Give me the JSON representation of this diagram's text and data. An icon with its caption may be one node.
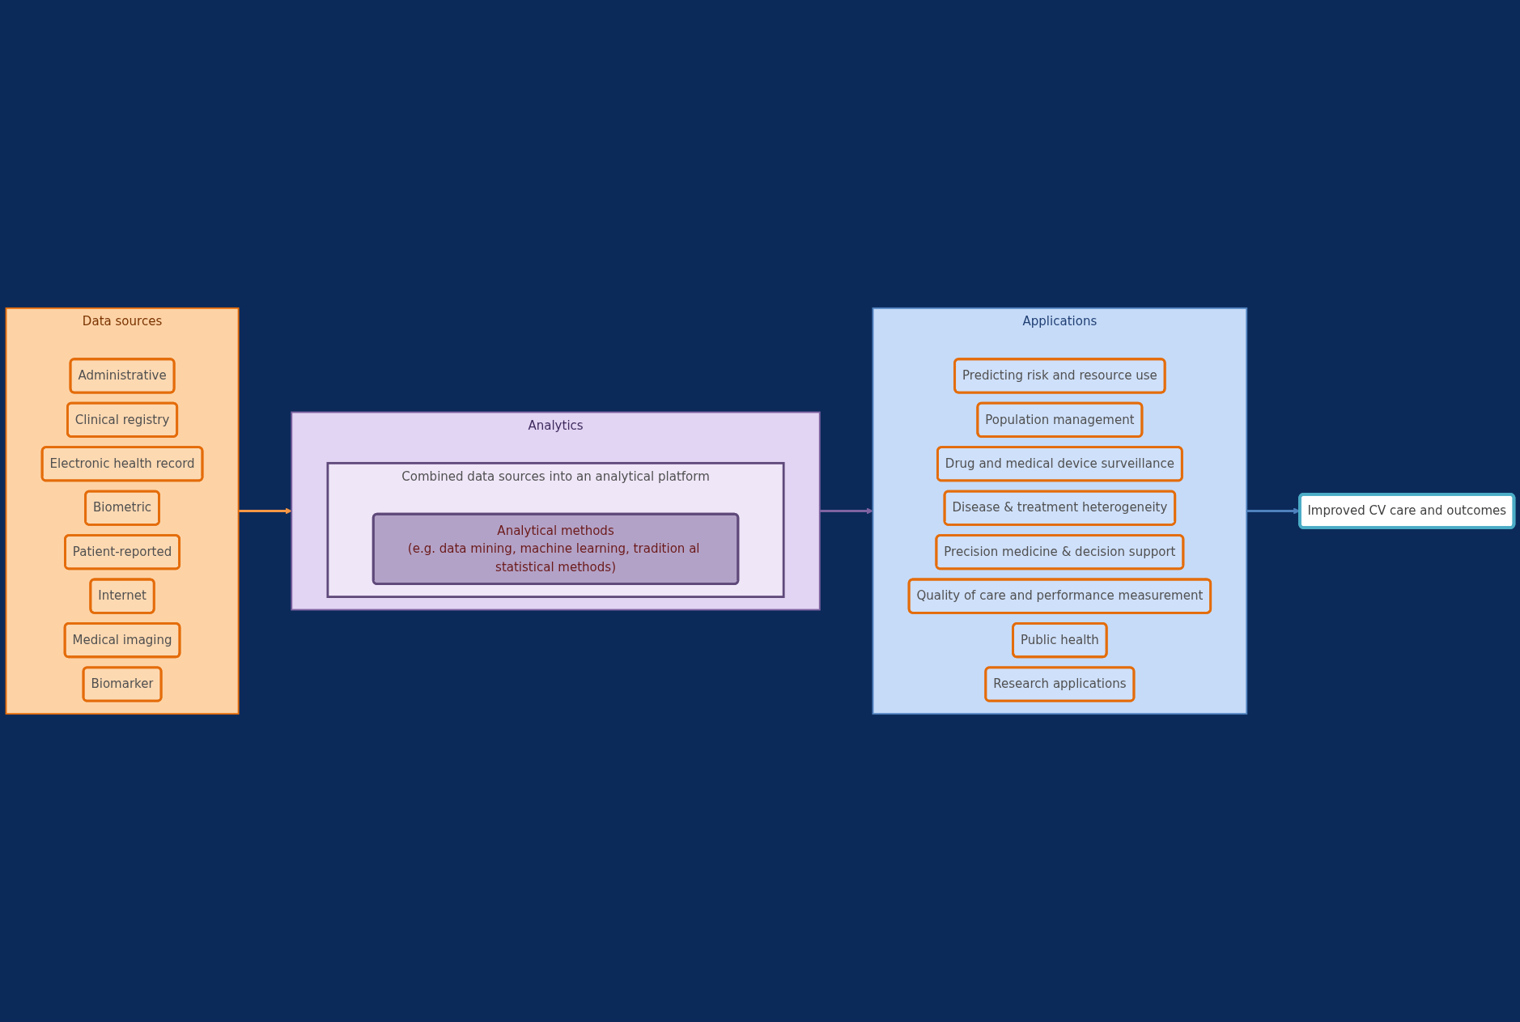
{
  "diagram": {
    "nodes": [
      {
        "text": [
          "Data sources"
        ]
      },
      {
        "text": [
          "Administrative"
        ],
        "in": 0
      },
      {
        "text": [
          "Clinical registry"
        ],
        "in": 0
      },
      {
        "text": [
          "Electronic health record"
        ],
        "in": 0
      },
      {
        "text": [
          "Biometric"
        ],
        "in": 0
      },
      {
        "text": [
          "Patient-reported"
        ],
        "in": 0
      },
      {
        "text": [
          "Internet"
        ],
        "in": 0
      },
      {
        "text": [
          "Medical imaging"
        ],
        "in": 0
      },
      {
        "text": [
          "Biomarker"
        ],
        "in": 0
      },
      {
        "text": [
          "Analytics"
        ]
      },
      {
        "text": [
          "Combined data sources into an analytical platform"
        ],
        "in": 9
      },
      {
        "text": [
          "Analytical methods",
          "(e.g. data mining, machine learning, tradition al statistical methods)"
        ],
        "in": 10
      },
      {
        "text": [
          "Applications"
        ]
      },
      {
        "text": [
          "Predicting risk and resource use"
        ],
        "in": 12
      },
      {
        "text": [
          "Population management"
        ],
        "in": 12
      },
      {
        "text": [
          "Drug and medical device surveillance"
        ],
        "in": 12
      },
      {
        "text": [
          "Disease & treatment heterogeneity"
        ],
        "in": 12
      },
      {
        "text": [
          "Precision medicine & decision support"
        ],
        "in": 12
      },
      {
        "text": [
          "Quality of care and performance measurement"
        ],
        "in": 12
      },
      {
        "text": [
          "Public health"
        ],
        "in": 12
      },
      {
        "text": [
          "Research applications"
        ],
        "in": 12
      },
      {
        "text": [
          "Improved CV care and outcomes"
        ]
      }
    ],
    "edges": [
      {
        "from": 0,
        "to": 9,
        "arrow": "to",
        "color": "#f79646"
      },
      {
        "from": 9,
        "to": 12,
        "arrow": "to",
        "color": "#8064a2"
      },
      {
        "from": 12,
        "to": 21,
        "arrow": "to",
        "color": "#4f81bd"
      }
    ]
  }
}
